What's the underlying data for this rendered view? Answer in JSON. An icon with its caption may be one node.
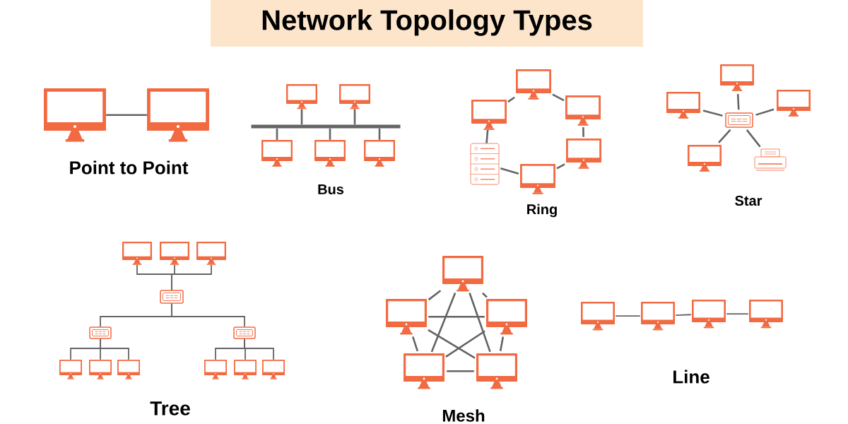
{
  "diagram": {
    "title": "Network Topology Types",
    "nodes": [
      {
        "text": [],
        "shape": "monitor"
      },
      {
        "text": [],
        "shape": "monitor"
      },
      {
        "text": [],
        "shape": "monitor"
      },
      {
        "text": [],
        "shape": "monitor"
      },
      {
        "text": [],
        "shape": "bar"
      },
      {
        "text": [],
        "shape": "monitor"
      },
      {
        "text": [],
        "shape": "monitor"
      },
      {
        "text": [],
        "shape": "monitor"
      },
      {
        "text": [],
        "shape": "monitor"
      },
      {
        "text": [],
        "shape": "monitor"
      },
      {
        "text": [],
        "shape": "monitor"
      },
      {
        "text": [],
        "shape": "server"
      },
      {
        "text": [],
        "shape": "monitor"
      },
      {
        "text": [],
        "shape": "monitor"
      },
      {
        "text": [],
        "shape": "monitor"
      },
      {
        "text": [],
        "shape": "monitor"
      },
      {
        "text": [],
        "shape": "monitor"
      },
      {
        "text": [],
        "shape": "switch"
      },
      {
        "text": [],
        "shape": "monitor"
      },
      {
        "text": [],
        "shape": "printer"
      },
      {
        "text": [],
        "shape": "monitor"
      },
      {
        "text": [],
        "shape": "monitor"
      },
      {
        "text": [],
        "shape": "monitor"
      },
      {
        "text": [],
        "shape": "switch"
      },
      {
        "text": [],
        "shape": "switch"
      },
      {
        "text": [],
        "shape": "switch"
      },
      {
        "text": [],
        "shape": "monitor"
      },
      {
        "text": [],
        "shape": "monitor"
      },
      {
        "text": [],
        "shape": "monitor"
      },
      {
        "text": [],
        "shape": "monitor"
      },
      {
        "text": [],
        "shape": "monitor"
      },
      {
        "text": [],
        "shape": "monitor"
      },
      {
        "text": [],
        "shape": "monitor"
      },
      {
        "text": [],
        "shape": "monitor"
      },
      {
        "text": [],
        "shape": "monitor"
      },
      {
        "text": [],
        "shape": "monitor"
      },
      {
        "text": [],
        "shape": "monitor"
      },
      {
        "text": [],
        "shape": "monitor"
      },
      {
        "text": [],
        "shape": "monitor"
      },
      {
        "text": [],
        "shape": "monitor"
      },
      {
        "text": [],
        "shape": "monitor"
      }
    ],
    "edges": [
      {
        "from": 0,
        "to": 1,
        "arrow": "none"
      },
      {
        "from": 4,
        "to": 2,
        "arrow": "none"
      },
      {
        "from": 4,
        "to": 3,
        "arrow": "none"
      },
      {
        "from": 4,
        "to": 5,
        "arrow": "none"
      },
      {
        "from": 4,
        "to": 6,
        "arrow": "none"
      },
      {
        "from": 4,
        "to": 7,
        "arrow": "none"
      },
      {
        "from": 8,
        "to": 10,
        "arrow": "none"
      },
      {
        "from": 10,
        "to": 12,
        "arrow": "none"
      },
      {
        "from": 12,
        "to": 13,
        "arrow": "none"
      },
      {
        "from": 13,
        "to": 11,
        "arrow": "none"
      },
      {
        "from": 11,
        "to": 9,
        "arrow": "none"
      },
      {
        "from": 9,
        "to": 8,
        "arrow": "none"
      },
      {
        "from": 17,
        "to": 14,
        "arrow": "none"
      },
      {
        "from": 17,
        "to": 15,
        "arrow": "none"
      },
      {
        "from": 17,
        "to": 16,
        "arrow": "none"
      },
      {
        "from": 17,
        "to": 18,
        "arrow": "none"
      },
      {
        "from": 17,
        "to": 19,
        "arrow": "none"
      },
      {
        "from": 20,
        "to": 23,
        "arrow": "none"
      },
      {
        "from": 21,
        "to": 23,
        "arrow": "none"
      },
      {
        "from": 22,
        "to": 23,
        "arrow": "none"
      },
      {
        "from": 23,
        "to": 24,
        "arrow": "none"
      },
      {
        "from": 23,
        "to": 25,
        "arrow": "none"
      },
      {
        "from": 24,
        "to": 26,
        "arrow": "none"
      },
      {
        "from": 24,
        "to": 27,
        "arrow": "none"
      },
      {
        "from": 24,
        "to": 28,
        "arrow": "none"
      },
      {
        "from": 25,
        "to": 29,
        "arrow": "none"
      },
      {
        "from": 25,
        "to": 30,
        "arrow": "none"
      },
      {
        "from": 25,
        "to": 31,
        "arrow": "none"
      },
      {
        "from": 32,
        "to": 33,
        "arrow": "none"
      },
      {
        "from": 32,
        "to": 34,
        "arrow": "none"
      },
      {
        "from": 33,
        "to": 35,
        "arrow": "none"
      },
      {
        "from": 34,
        "to": 36,
        "arrow": "none"
      },
      {
        "from": 35,
        "to": 36,
        "arrow": "none"
      },
      {
        "from": 33,
        "to": 34,
        "arrow": "none"
      },
      {
        "from": 32,
        "to": 35,
        "arrow": "none"
      },
      {
        "from": 32,
        "to": 36,
        "arrow": "none"
      },
      {
        "from": 33,
        "to": 36,
        "arrow": "none"
      },
      {
        "from": 34,
        "to": 35,
        "arrow": "none"
      },
      {
        "from": 37,
        "to": 38,
        "arrow": "none"
      },
      {
        "from": 38,
        "to": 39,
        "arrow": "none"
      },
      {
        "from": 39,
        "to": 40,
        "arrow": "none"
      }
    ],
    "labels": [
      "Point to Point",
      "Bus",
      "Ring",
      "Star",
      "Tree",
      "Mesh",
      "Line"
    ]
  }
}
